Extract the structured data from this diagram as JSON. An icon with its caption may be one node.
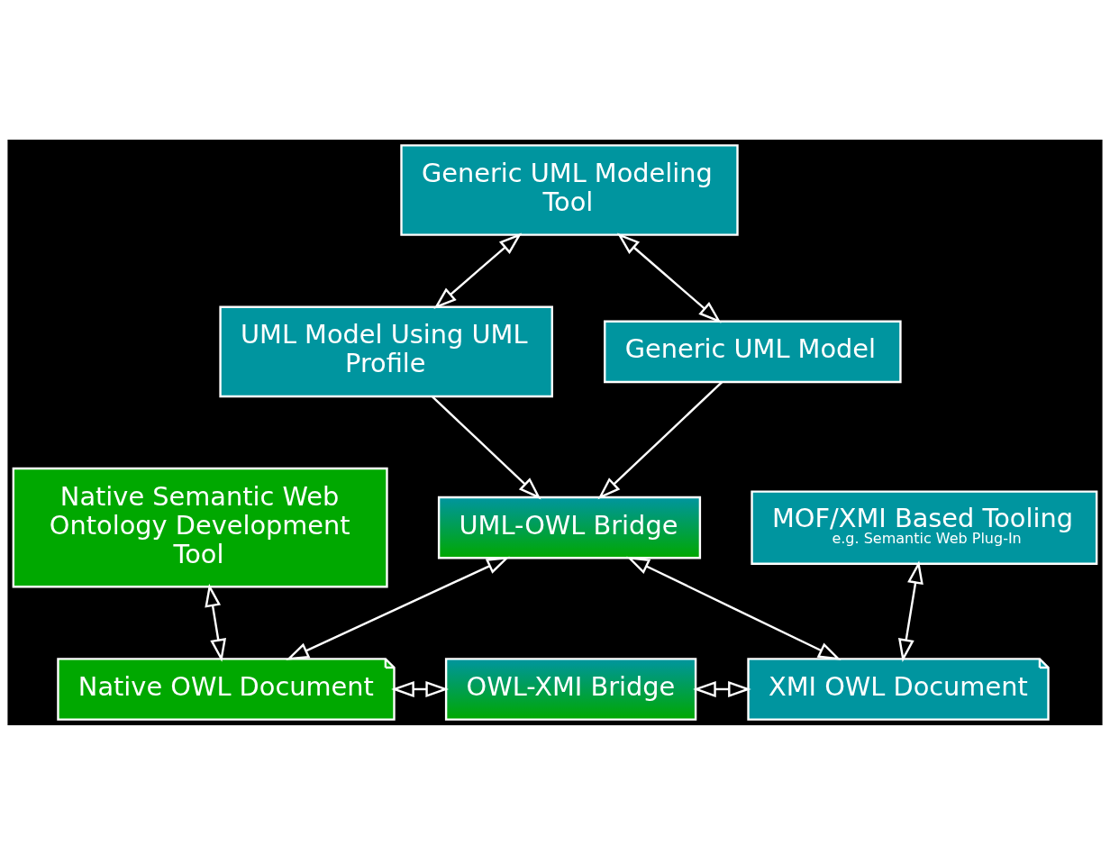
{
  "diagram": {
    "nodes": [
      {
        "text": [
          "Generic UML Modeling Tool"
        ]
      },
      {
        "text": [
          "UML Model Using UML Profile"
        ]
      },
      {
        "text": [
          "Generic UML Model"
        ]
      },
      {
        "text": [
          "Native Semantic Web Ontology Development Tool"
        ]
      },
      {
        "text": [
          "UML-OWL Bridge"
        ]
      },
      {
        "text": [
          "MOF/XMI Based Tooling",
          "e.g. Semantic Web Plug-In"
        ]
      },
      {
        "text": [
          "Native OWL Document"
        ]
      },
      {
        "text": [
          "OWL-XMI Bridge"
        ]
      },
      {
        "text": [
          "XMI OWL Document"
        ]
      }
    ],
    "edges": [
      {
        "from": 0,
        "to": 1,
        "arrow": "both"
      },
      {
        "from": 0,
        "to": 2,
        "arrow": "both"
      },
      {
        "from": 1,
        "to": 4,
        "arrow": "to"
      },
      {
        "from": 2,
        "to": 4,
        "arrow": "to"
      },
      {
        "from": 3,
        "to": 6,
        "arrow": "both"
      },
      {
        "from": 4,
        "to": 6,
        "arrow": "both"
      },
      {
        "from": 4,
        "to": 8,
        "arrow": "both"
      },
      {
        "from": 5,
        "to": 8,
        "arrow": "both"
      },
      {
        "from": 6,
        "to": 7,
        "arrow": "both"
      },
      {
        "from": 7,
        "to": 8,
        "arrow": "both"
      }
    ]
  }
}
